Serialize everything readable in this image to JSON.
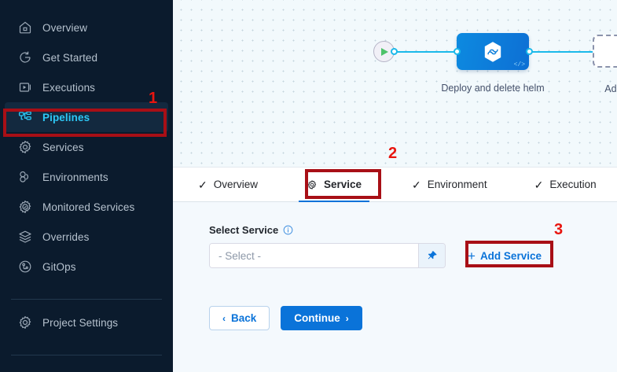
{
  "sidebar": {
    "items": [
      {
        "label": "Overview",
        "icon": "home-icon",
        "active": false
      },
      {
        "label": "Get Started",
        "icon": "rotate-arrow-icon",
        "active": false
      },
      {
        "label": "Executions",
        "icon": "play-box-icon",
        "active": false
      },
      {
        "label": "Pipelines",
        "icon": "pipeline-icon",
        "active": true
      },
      {
        "label": "Services",
        "icon": "gear-icon",
        "active": false
      },
      {
        "label": "Environments",
        "icon": "environments-icon",
        "active": false
      },
      {
        "label": "Monitored Services",
        "icon": "gear-check-icon",
        "active": false
      },
      {
        "label": "Overrides",
        "icon": "layers-icon",
        "active": false
      },
      {
        "label": "GitOps",
        "icon": "gitops-icon",
        "active": false
      }
    ],
    "footer": {
      "label": "Project Settings",
      "icon": "gear-icon"
    }
  },
  "canvas": {
    "start_node": "start-play-node",
    "end_node": "end-stop-node",
    "stage": {
      "label": "Deploy and delete helm",
      "icon": "helm-hexagon-icon",
      "code_badge": "</>"
    },
    "add_stage": {
      "label": "Add Stage",
      "icon": "plus-icon"
    }
  },
  "tabs": [
    {
      "label": "Overview",
      "icon": "check-icon",
      "active": false
    },
    {
      "label": "Service",
      "icon": "gear-icon",
      "active": true
    },
    {
      "label": "Environment",
      "icon": "check-icon",
      "active": false
    },
    {
      "label": "Execution",
      "icon": "check-icon",
      "active": false
    }
  ],
  "form": {
    "field_label": "Select Service",
    "info_icon": "info-icon",
    "select_placeholder": "- Select -",
    "pin_icon": "pin-icon",
    "add_service_label": "Add Service",
    "add_service_plus": "+",
    "back_label": "Back",
    "continue_label": "Continue",
    "back_chevron": "‹",
    "continue_chevron": "›"
  },
  "annotations": [
    {
      "number": "1",
      "target": "sidebar-pipelines"
    },
    {
      "number": "2",
      "target": "tab-service"
    },
    {
      "number": "3",
      "target": "add-service-button"
    }
  ],
  "colors": {
    "sidebar_bg": "#0b1b2d",
    "accent_blue": "#0a73d9",
    "active_nav_text": "#2dc7f5",
    "annotation_red": "#a80f16",
    "annotation_number": "#e8150f",
    "wire": "#1bb9ea"
  }
}
